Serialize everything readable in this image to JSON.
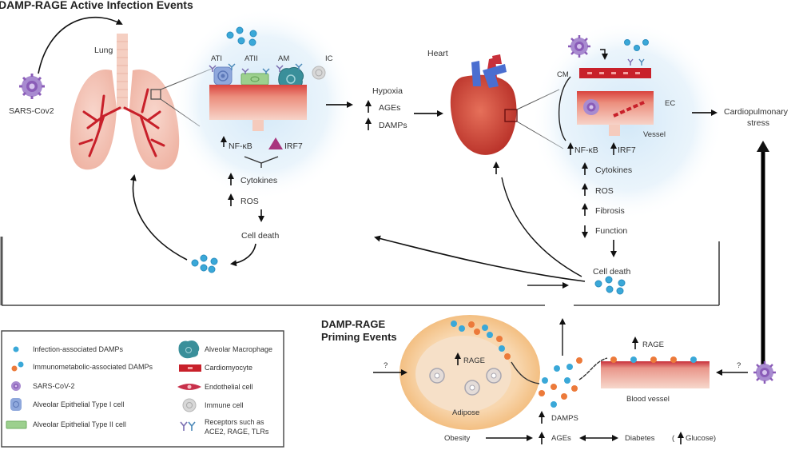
{
  "title_active": "DAMP-RAGE Active Infection Events",
  "title_priming_line1": "DAMP-RAGE",
  "title_priming_line2": "Priming Events",
  "lung_panel": {
    "virus_label": "SARS-Cov2",
    "organ_label": "Lung",
    "cell_labels": [
      "ATI",
      "ATII",
      "AM",
      "IC"
    ],
    "nfkb_label": "NF-κB",
    "irf7_label": "IRF7",
    "cytokines_label": "Cytokines",
    "ros_label": "ROS",
    "cell_death_label": "Cell death"
  },
  "middle": {
    "hypoxia_label": "Hypoxia",
    "ages_label": "AGEs",
    "damps_label": "DAMPs"
  },
  "heart_panel": {
    "organ_label": "Heart",
    "cm_label": "CM",
    "ec_label": "EC",
    "vessel_label": "Vessel",
    "nfkb_label": "NF-κB",
    "irf7_label": "IRF7",
    "cytokines_label": "Cytokines",
    "ros_label": "ROS",
    "fibrosis_label": "Fibrosis",
    "function_label": "Function",
    "cell_death_label": "Cell death"
  },
  "outcome": {
    "line1": "Cardiopulmonary",
    "line2": "stress"
  },
  "priming": {
    "question_left": "?",
    "rage_label_adipose": "RAGE",
    "adipose_label": "Adipose",
    "damps_label": "DAMPS",
    "rage_label_vessel": "RAGE",
    "blood_vessel_label": "Blood vessel",
    "question_right": "?",
    "obesity_label": "Obesity",
    "ages_label": "AGEs",
    "diabetes_label": "Diabetes",
    "glucose_label": "Glucose)",
    "glucose_open_paren": "("
  },
  "legend": {
    "items_left": [
      "Infection-associated DAMPs",
      "Immunometabolic-associated DAMPs",
      "SARS-CoV-2",
      "Alveolar Epithelial Type I cell",
      "Alveolar Epithelial Type II cell"
    ],
    "items_right": [
      "Alveolar Macrophage",
      "Cardiomyocyte",
      "Endothelial cell",
      "Immune cell",
      "Receptors such as",
      "ACE2, RAGE, TLRs"
    ]
  },
  "colors": {
    "infection_damp": "#3aa8d8",
    "immunometabolic_damp": "#ec7a3a",
    "virus": "#8a5cb8",
    "ati_cell": "#8fa8dc",
    "atii_cell": "#9cd08e",
    "macrophage": "#3a8f9a",
    "cardiomyocyte": "#c8202a",
    "tissue": "#e48a7a",
    "adipose": "#f6c98e",
    "glow": "#cfe6f7"
  }
}
